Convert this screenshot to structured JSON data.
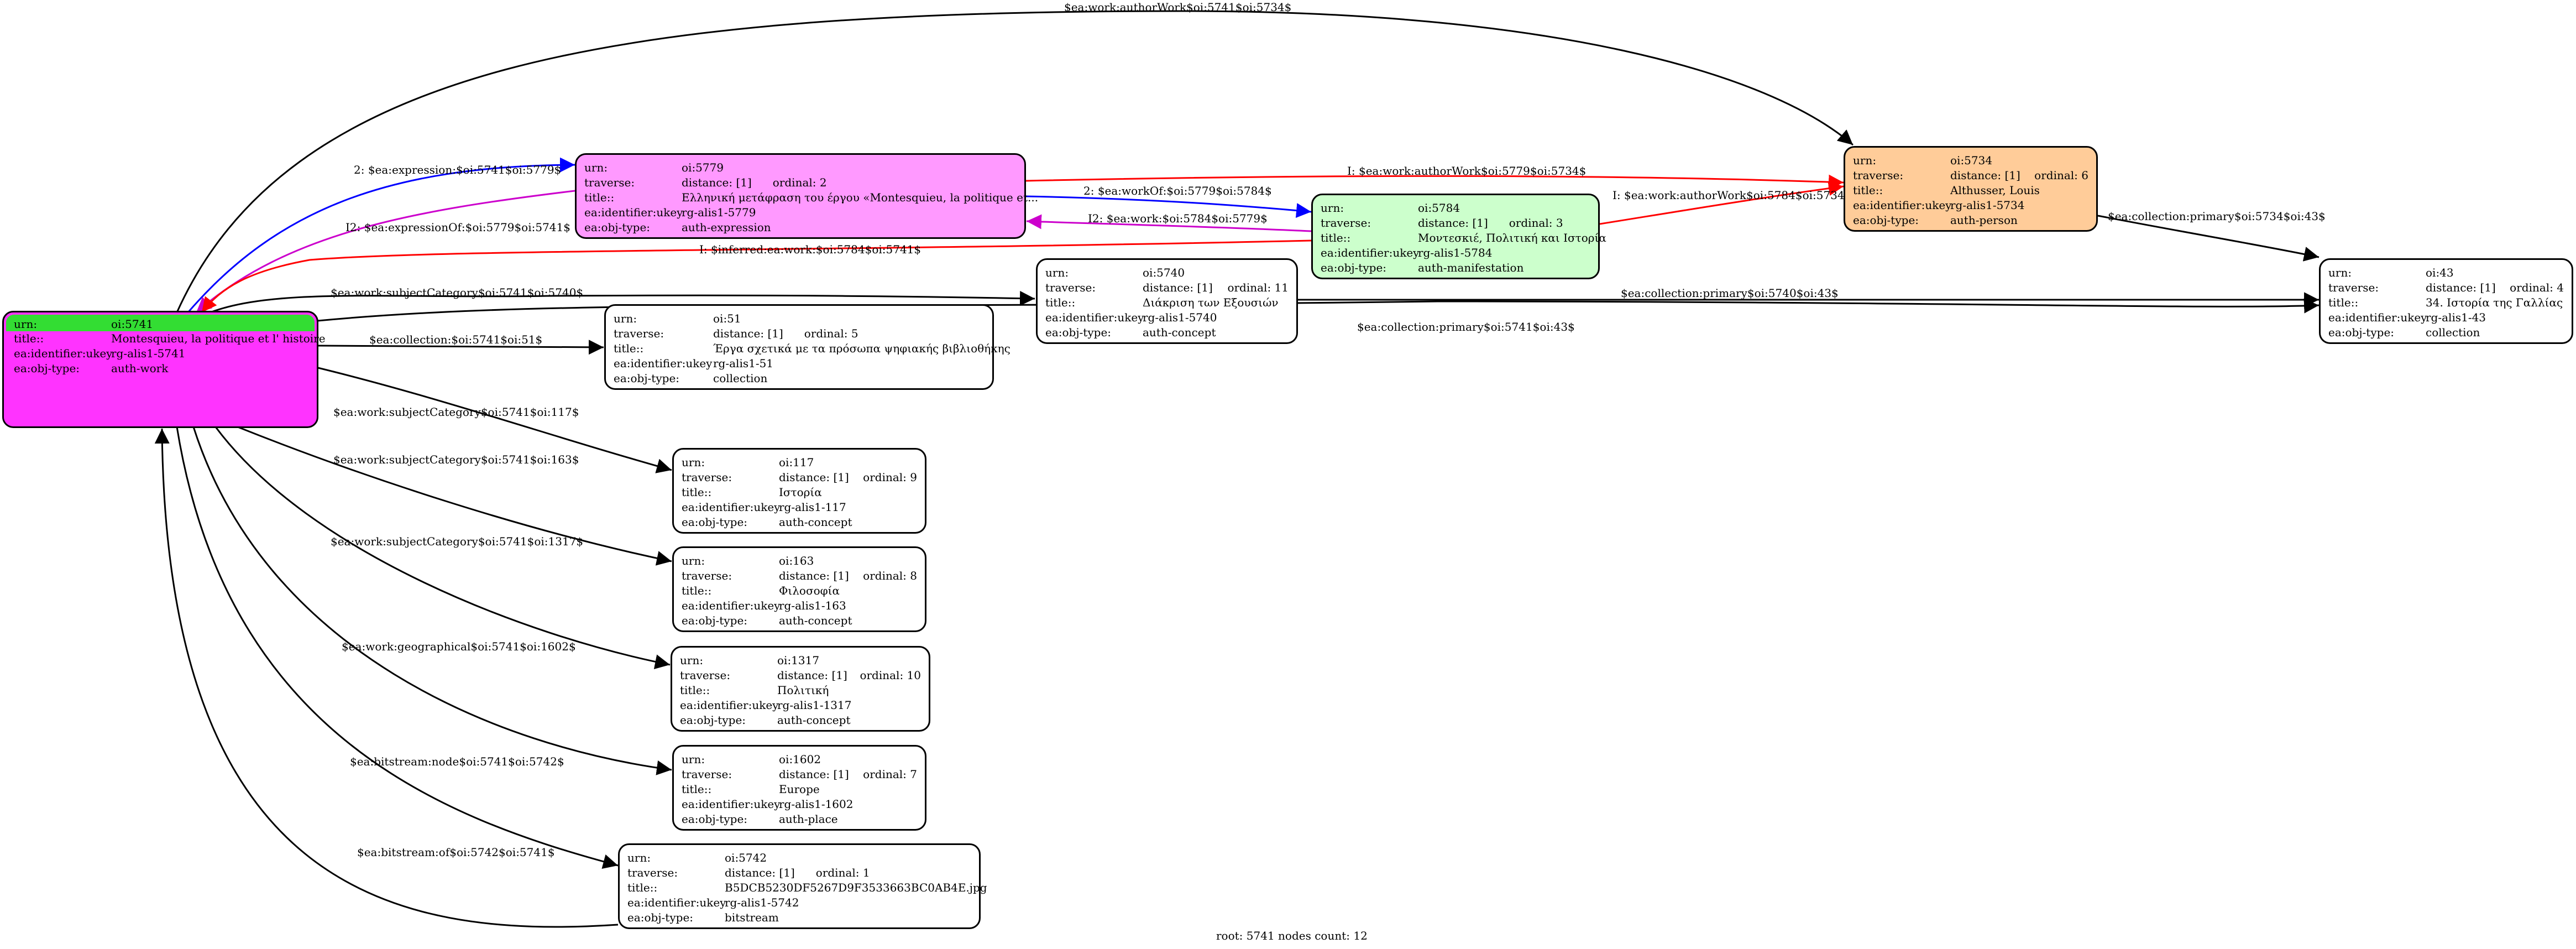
{
  "footer": "root: 5741 nodes count: 12",
  "colors": {
    "root_fill": "#ff33ff",
    "root_header": "#33dd33",
    "expression_fill": "#ff99ff",
    "manifestation_fill": "#ccffcc",
    "person_fill": "#ffcc99",
    "default_fill": "#ffffff",
    "edge_black": "#000000",
    "edge_red": "#ff0000",
    "edge_blue": "#0000ff",
    "edge_magenta": "#cc00cc"
  },
  "nodes": {
    "n5741": {
      "urn_k": "urn:",
      "urn": "oi:5741",
      "title_k": "title::",
      "title": "Montesquieu, la politique et l' histoire",
      "ukey_k": "ea:identifier:ukey",
      "ukey": "rg-alis1-5741",
      "type_k": "ea:obj-type:",
      "type": "auth-work"
    },
    "n5779": {
      "urn_k": "urn:",
      "urn": "oi:5779",
      "trav_k": "traverse:",
      "dist": "distance: [1]",
      "ord": "ordinal: 2",
      "title_k": "title::",
      "title": "Ελληνική μετάφραση του έργου «Montesquieu, la politique et...",
      "ukey_k": "ea:identifier:ukey",
      "ukey": "rg-alis1-5779",
      "type_k": "ea:obj-type:",
      "type": "auth-expression"
    },
    "n5784": {
      "urn_k": "urn:",
      "urn": "oi:5784",
      "trav_k": "traverse:",
      "dist": "distance: [1]",
      "ord": "ordinal: 3",
      "title_k": "title::",
      "title": "Μοντεσκιέ, Πολιτική και Ιστορία",
      "ukey_k": "ea:identifier:ukey",
      "ukey": "rg-alis1-5784",
      "type_k": "ea:obj-type:",
      "type": "auth-manifestation"
    },
    "n5734": {
      "urn_k": "urn:",
      "urn": "oi:5734",
      "trav_k": "traverse:",
      "dist": "distance: [1]",
      "ord": "ordinal: 6",
      "title_k": "title::",
      "title": "Althusser, Louis",
      "ukey_k": "ea:identifier:ukey",
      "ukey": "rg-alis1-5734",
      "type_k": "ea:obj-type:",
      "type": "auth-person"
    },
    "n43": {
      "urn_k": "urn:",
      "urn": "oi:43",
      "trav_k": "traverse:",
      "dist": "distance: [1]",
      "ord": "ordinal: 4",
      "title_k": "title::",
      "title": "34. Ιστορία της Γαλλίας",
      "ukey_k": "ea:identifier:ukey",
      "ukey": "rg-alis1-43",
      "type_k": "ea:obj-type:",
      "type": "collection"
    },
    "n5740": {
      "urn_k": "urn:",
      "urn": "oi:5740",
      "trav_k": "traverse:",
      "dist": "distance: [1]",
      "ord": "ordinal: 11",
      "title_k": "title::",
      "title": "Διάκριση των Εξουσιών",
      "ukey_k": "ea:identifier:ukey",
      "ukey": "rg-alis1-5740",
      "type_k": "ea:obj-type:",
      "type": "auth-concept"
    },
    "n51": {
      "urn_k": "urn:",
      "urn": "oi:51",
      "trav_k": "traverse:",
      "dist": "distance: [1]",
      "ord": "ordinal: 5",
      "title_k": "title::",
      "title": "Έργα σχετικά με τα πρόσωπα ψηφιακής βιβλιοθήκης",
      "ukey_k": "ea:identifier:ukey",
      "ukey": "rg-alis1-51",
      "type_k": "ea:obj-type:",
      "type": "collection"
    },
    "n117": {
      "urn_k": "urn:",
      "urn": "oi:117",
      "trav_k": "traverse:",
      "dist": "distance: [1]",
      "ord": "ordinal: 9",
      "title_k": "title::",
      "title": "Ιστορία",
      "ukey_k": "ea:identifier:ukey",
      "ukey": "rg-alis1-117",
      "type_k": "ea:obj-type:",
      "type": "auth-concept"
    },
    "n163": {
      "urn_k": "urn:",
      "urn": "oi:163",
      "trav_k": "traverse:",
      "dist": "distance: [1]",
      "ord": "ordinal: 8",
      "title_k": "title::",
      "title": "Φιλοσοφία",
      "ukey_k": "ea:identifier:ukey",
      "ukey": "rg-alis1-163",
      "type_k": "ea:obj-type:",
      "type": "auth-concept"
    },
    "n1317": {
      "urn_k": "urn:",
      "urn": "oi:1317",
      "trav_k": "traverse:",
      "dist": "distance: [1]",
      "ord": "ordinal: 10",
      "title_k": "title::",
      "title": "Πολιτική",
      "ukey_k": "ea:identifier:ukey",
      "ukey": "rg-alis1-1317",
      "type_k": "ea:obj-type:",
      "type": "auth-concept"
    },
    "n1602": {
      "urn_k": "urn:",
      "urn": "oi:1602",
      "trav_k": "traverse:",
      "dist": "distance: [1]",
      "ord": "ordinal: 7",
      "title_k": "title::",
      "title": "Europe",
      "ukey_k": "ea:identifier:ukey",
      "ukey": "rg-alis1-1602",
      "type_k": "ea:obj-type:",
      "type": "auth-place"
    },
    "n5742": {
      "urn_k": "urn:",
      "urn": "oi:5742",
      "trav_k": "traverse:",
      "dist": "distance: [1]",
      "ord": "ordinal: 1",
      "title_k": "title::",
      "title": "B5DCB5230DF5267D9F3533663BC0AB4E.jpg",
      "ukey_k": "ea:identifier:ukey",
      "ukey": "rg-alis1-5742",
      "type_k": "ea:obj-type:",
      "type": "bitstream"
    }
  },
  "edges": [
    "$ea:work:authorWork$oi:5741$oi:5734$",
    "2: $ea:expression:$oi:5741$oi:5779$",
    "I2: $ea:expressionOf:$oi:5779$oi:5741$",
    "I: $ea:work:authorWork$oi:5779$oi:5734$",
    "2: $ea:workOf:$oi:5779$oi:5784$",
    "I2: $ea:work:$oi:5784$oi:5779$",
    "I: $ea:work:authorWork$oi:5784$oi:5734$",
    "I: $inferred:ea:work:$oi:5784$oi:5741$",
    "$ea:collection:primary$oi:5734$oi:43$",
    "$ea:work:subjectCategory$oi:5741$oi:5740$",
    "$ea:collection:primary$oi:5740$oi:43$",
    "$ea:collection:primary$oi:5741$oi:43$",
    "$ea:collection:$oi:5741$oi:51$",
    "$ea:work:subjectCategory$oi:5741$oi:117$",
    "$ea:work:subjectCategory$oi:5741$oi:163$",
    "$ea:work:subjectCategory$oi:5741$oi:1317$",
    "$ea:work:geographical$oi:5741$oi:1602$",
    "$ea:bitstream:node$oi:5741$oi:5742$",
    "$ea:bitstream:of$oi:5742$oi:5741$"
  ]
}
